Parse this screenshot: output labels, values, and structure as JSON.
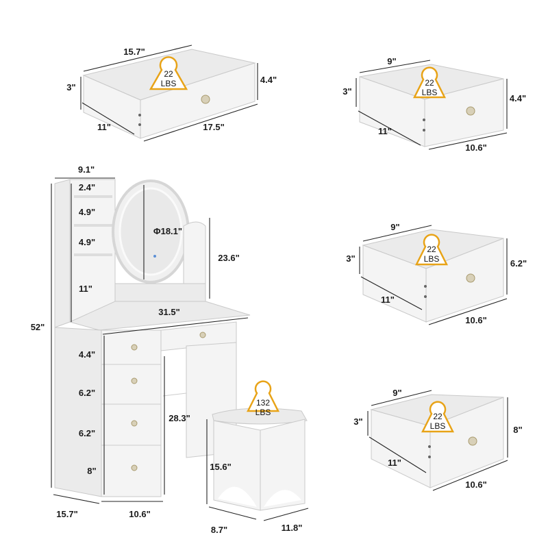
{
  "drawers": {
    "d1": {
      "width": "15.7\"",
      "depth_side": "3\"",
      "height": "4.4\"",
      "depth": "11\"",
      "front": "17.5\"",
      "load_value": "22",
      "load_unit": "LBS"
    },
    "d2": {
      "width": "9\"",
      "depth_side": "3\"",
      "height": "4.4\"",
      "depth": "11\"",
      "front": "10.6\"",
      "load_value": "22",
      "load_unit": "LBS"
    },
    "d3": {
      "width": "9\"",
      "depth_side": "3\"",
      "height": "6.2\"",
      "depth": "11\"",
      "front": "10.6\"",
      "load_value": "22",
      "load_unit": "LBS"
    },
    "d4": {
      "width": "9\"",
      "depth_side": "3\"",
      "height": "8\"",
      "depth": "11\"",
      "front": "10.6\"",
      "load_value": "22",
      "load_unit": "LBS"
    }
  },
  "vanity": {
    "shelf_width": "9.1\"",
    "shelf_1": "2.4\"",
    "shelf_2": "4.9\"",
    "shelf_3": "4.9\"",
    "shelf_bottom": "11\"",
    "mirror_diameter": "Φ18.1\"",
    "mirror_height": "23.6\"",
    "table_width": "31.5\"",
    "total_height": "52\"",
    "drawer_1": "4.4\"",
    "drawer_2": "6.2\"",
    "drawer_3": "6.2\"",
    "drawer_4": "8\"",
    "knee_height": "28.3\"",
    "depth": "15.7\"",
    "cabinet_width": "10.6\""
  },
  "stool": {
    "load_value": "132",
    "load_unit": "LBS",
    "height": "15.6\"",
    "depth": "8.7\"",
    "width": "11.8\""
  },
  "colors": {
    "badge_fill": "#ffffff",
    "badge_stroke": "#e8a317",
    "furniture": "#f4f4f4"
  }
}
